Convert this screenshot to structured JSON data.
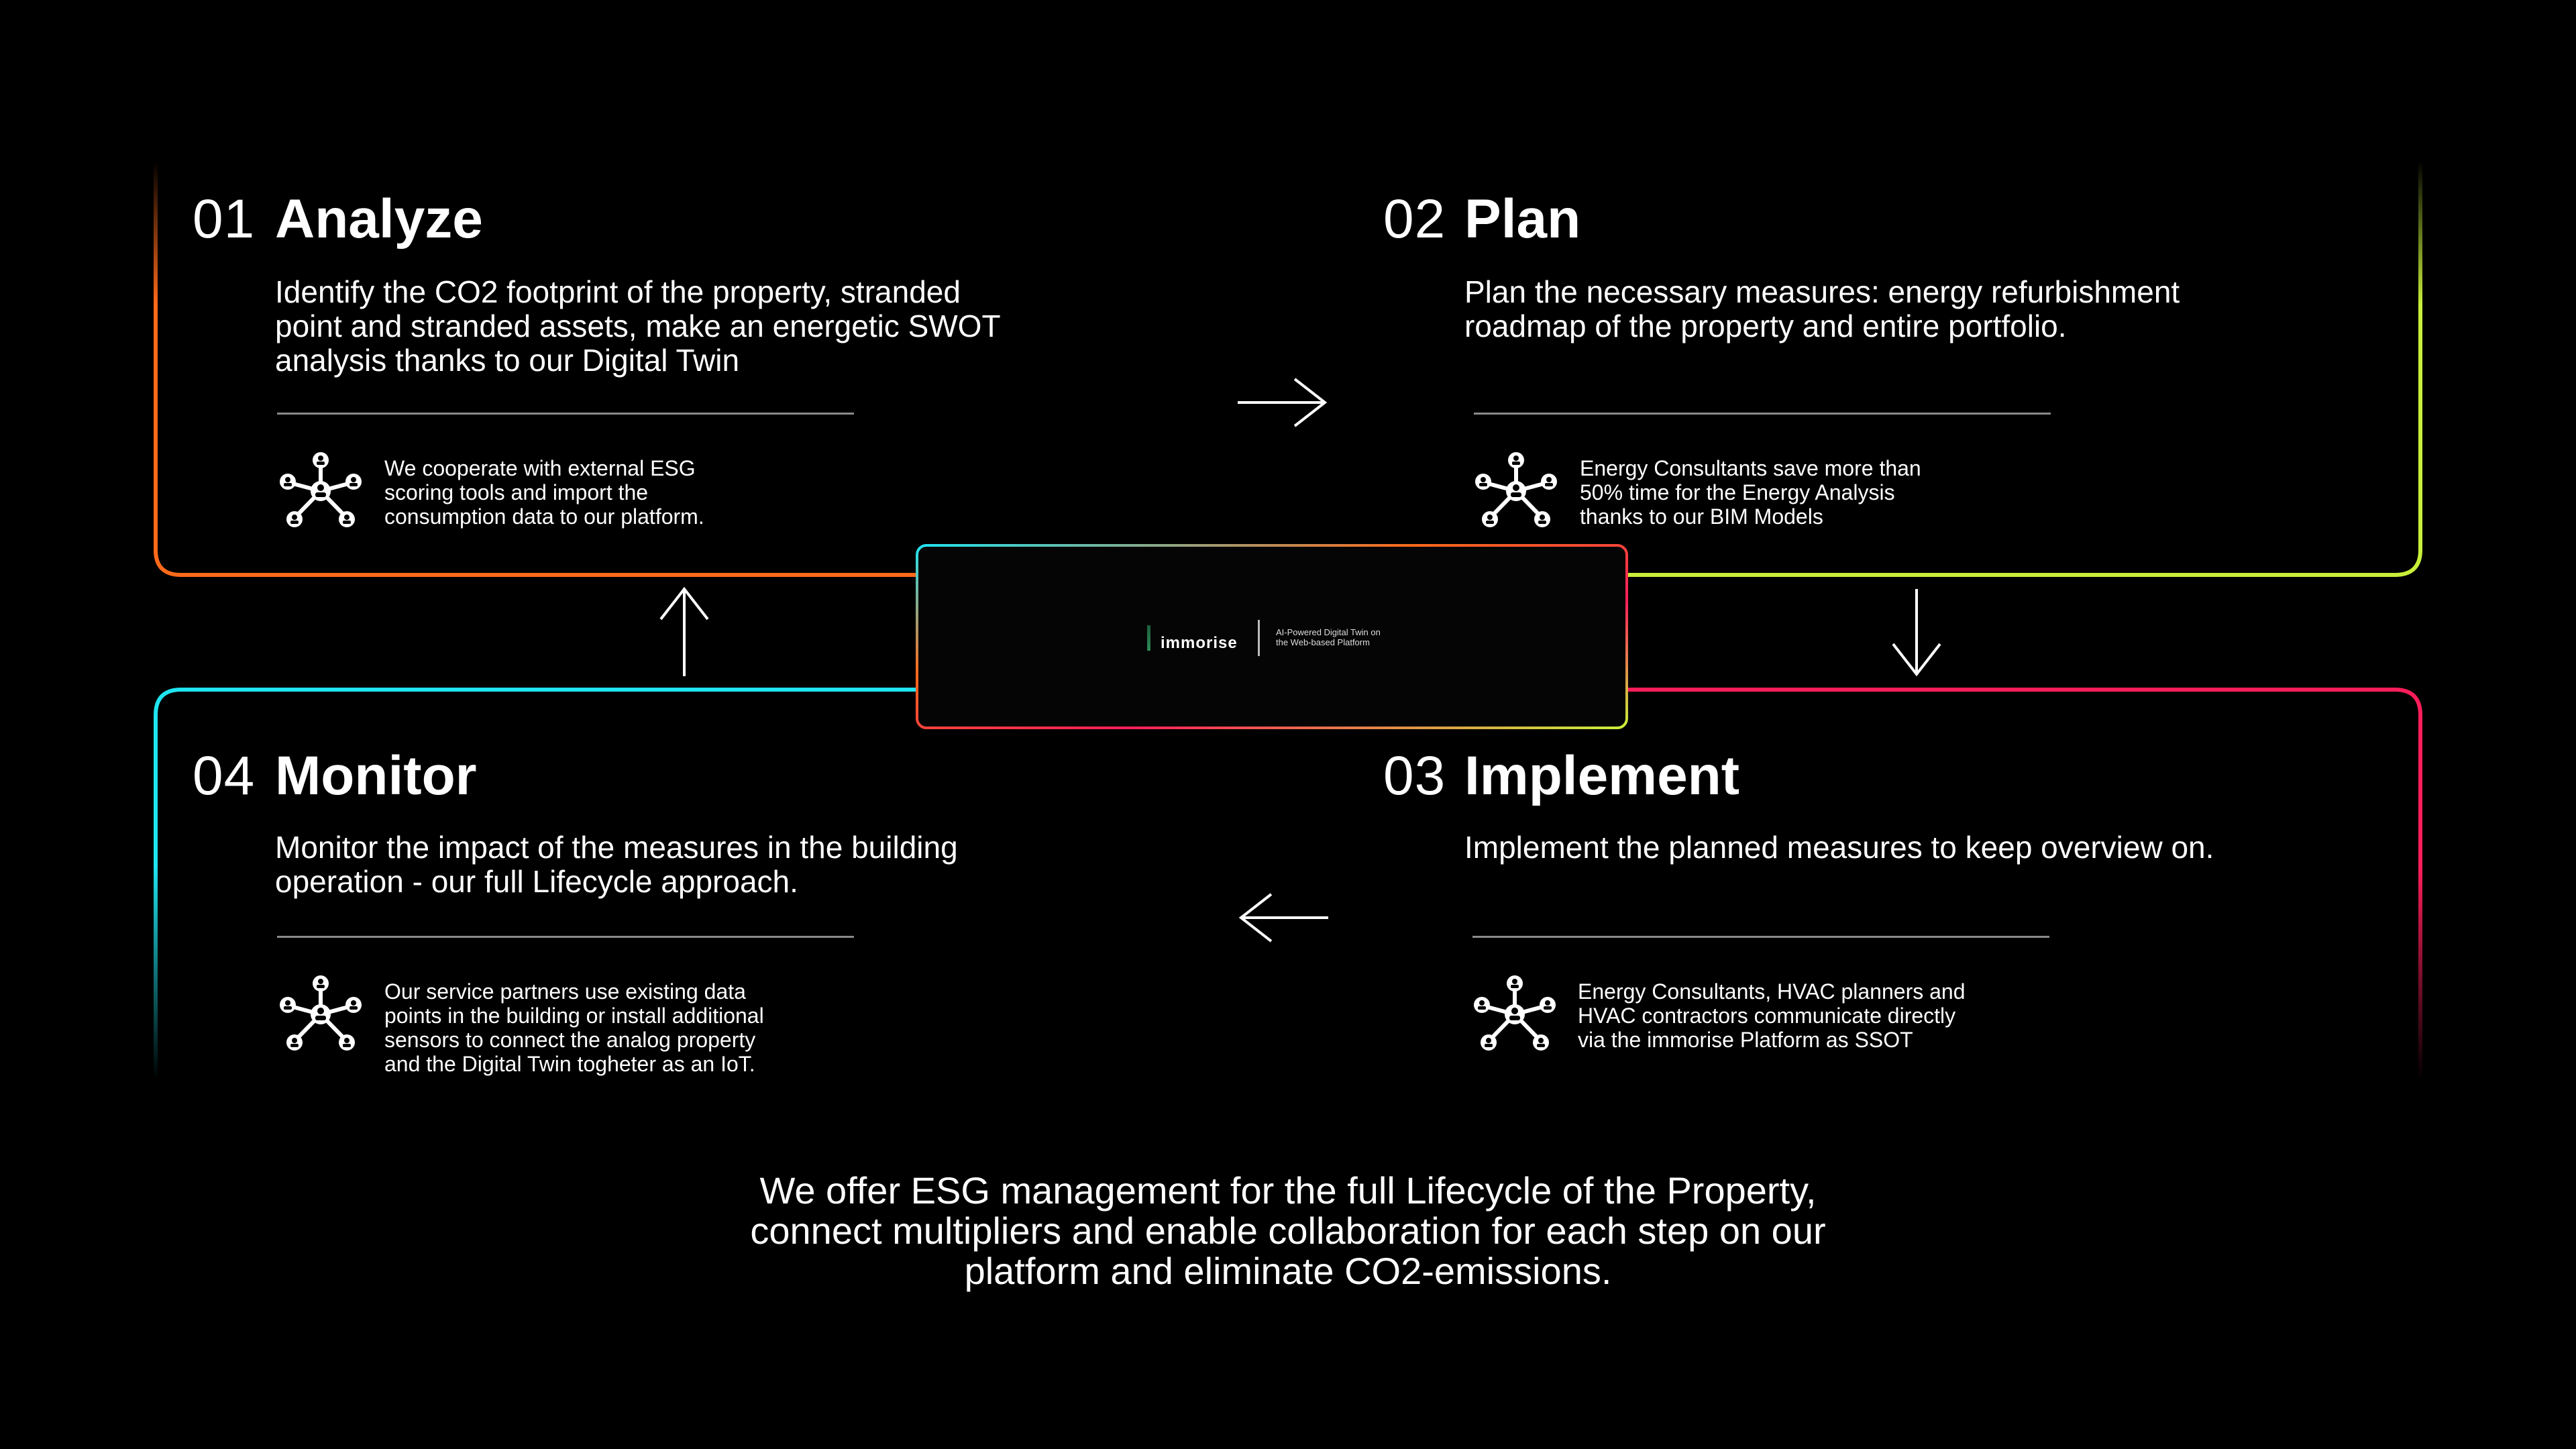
{
  "colors": {
    "analyze": "#ff6a1a",
    "plan": "#c8f03a",
    "implement": "#ff1e5a",
    "monitor": "#1fe4f0",
    "background": "#000000",
    "text": "#ffffff"
  },
  "steps": {
    "analyze": {
      "number": "01",
      "title": "Analyze",
      "description": "Identify the CO2 footprint of the property, stranded\npoint and stranded assets, make an energetic SWOT\nanalysis thanks to our Digital Twin",
      "icon": "network-people-icon",
      "note": "We cooperate with external ESG\nscoring tools and import the\nconsumption data to our platform."
    },
    "plan": {
      "number": "02",
      "title": "Plan",
      "description": "Plan the necessary measures: energy refurbishment\nroadmap of the property and entire portfolio.",
      "icon": "network-people-icon",
      "note": "Energy Consultants save more than\n50% time for the Energy Analysis\nthanks to our BIM Models"
    },
    "implement": {
      "number": "03",
      "title": "Implement",
      "description": "Implement the planned measures to keep overview on.",
      "icon": "network-people-icon",
      "note": "Energy Consultants, HVAC planners and\nHVAC contractors communicate directly\nvia the immorise Platform as SSOT"
    },
    "monitor": {
      "number": "04",
      "title": "Monitor",
      "description": "Monitor the impact of the measures in the building\noperation - our full Lifecycle approach.",
      "icon": "network-people-icon",
      "note": "Our service partners use existing data\npoints in the building or install additional\nsensors to connect the analog property\nand the Digital Twin togheter as an IoT."
    }
  },
  "logo": {
    "name": "immorise",
    "tagline": "AI-Powered Digital Twin on\nthe Web-based Platform"
  },
  "footer": "We offer ESG management for the full Lifecycle of the Property,\nconnect multipliers and enable collaboration for each step on our\nplatform and eliminate CO2-emissions."
}
